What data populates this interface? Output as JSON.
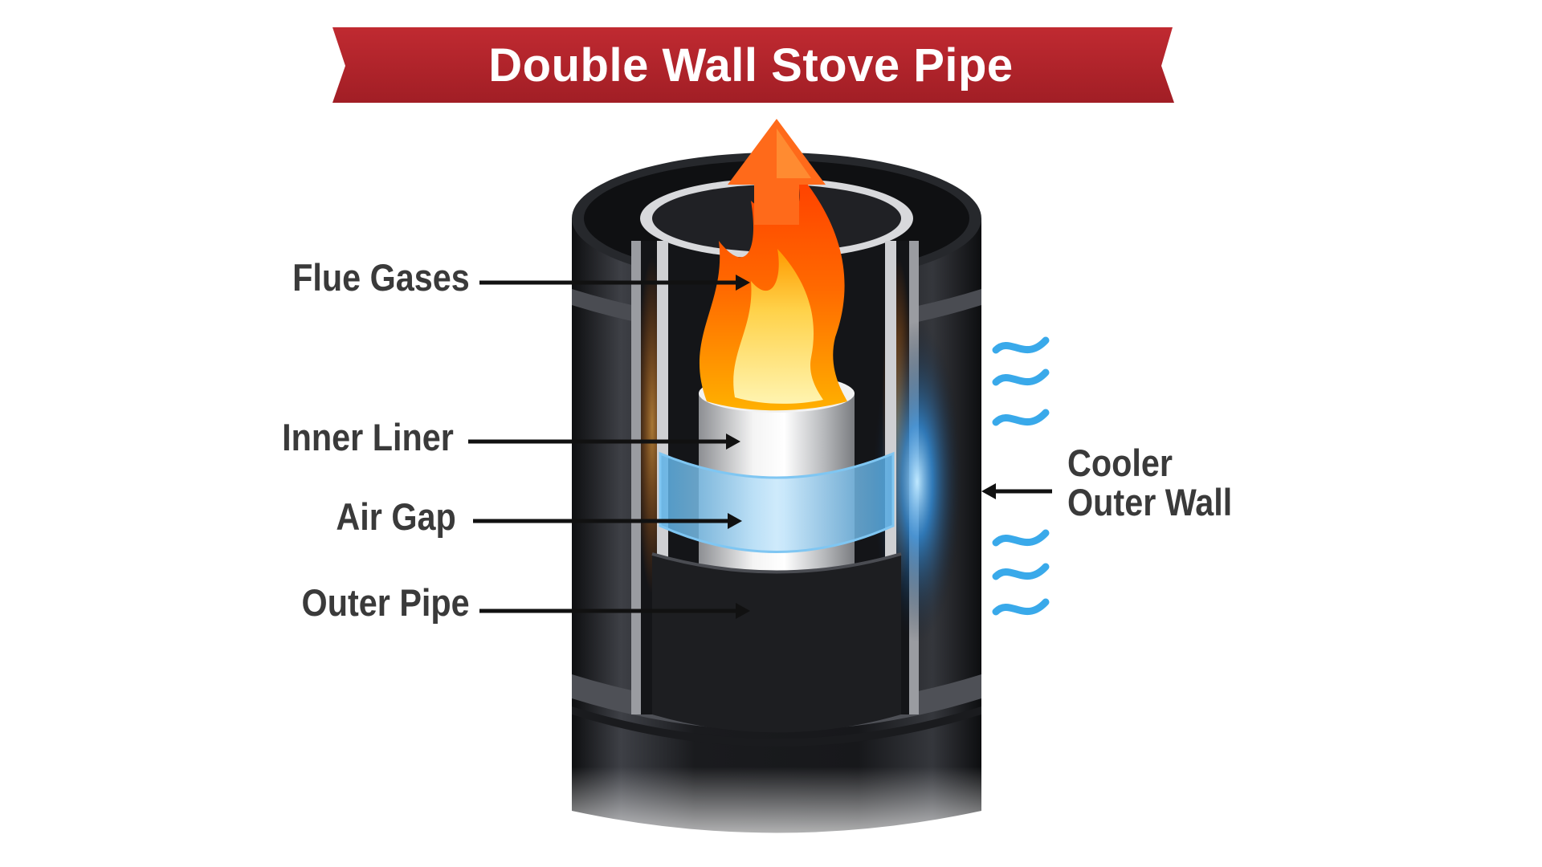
{
  "title": "Double Wall Stove Pipe",
  "labels": {
    "flue_gases": "Flue Gases",
    "inner_liner": "Inner Liner",
    "air_gap": "Air Gap",
    "outer_pipe": "Outer Pipe",
    "cooler_outer_wall_line1": "Cooler",
    "cooler_outer_wall_line2": "Outer Wall"
  },
  "colors": {
    "banner": "#b0222a",
    "banner_dark": "#8e1a20",
    "banner_text": "#ffffff",
    "label_text": "#3a3a3a",
    "arrow": "#111111",
    "pipe_dark": "#1c1d20",
    "pipe_mid": "#3a3c40",
    "liner_light": "#e6e6e6",
    "flame_outer": "#ff5a00",
    "flame_inner": "#ffd24a",
    "air_gap_blue": "#7fc6f2",
    "cool_waves": "#39a9ea"
  },
  "icons": {
    "flame": "flame-icon",
    "up_arrow": "heat-up-arrow-icon",
    "waves": "cool-air-waves-icon"
  }
}
